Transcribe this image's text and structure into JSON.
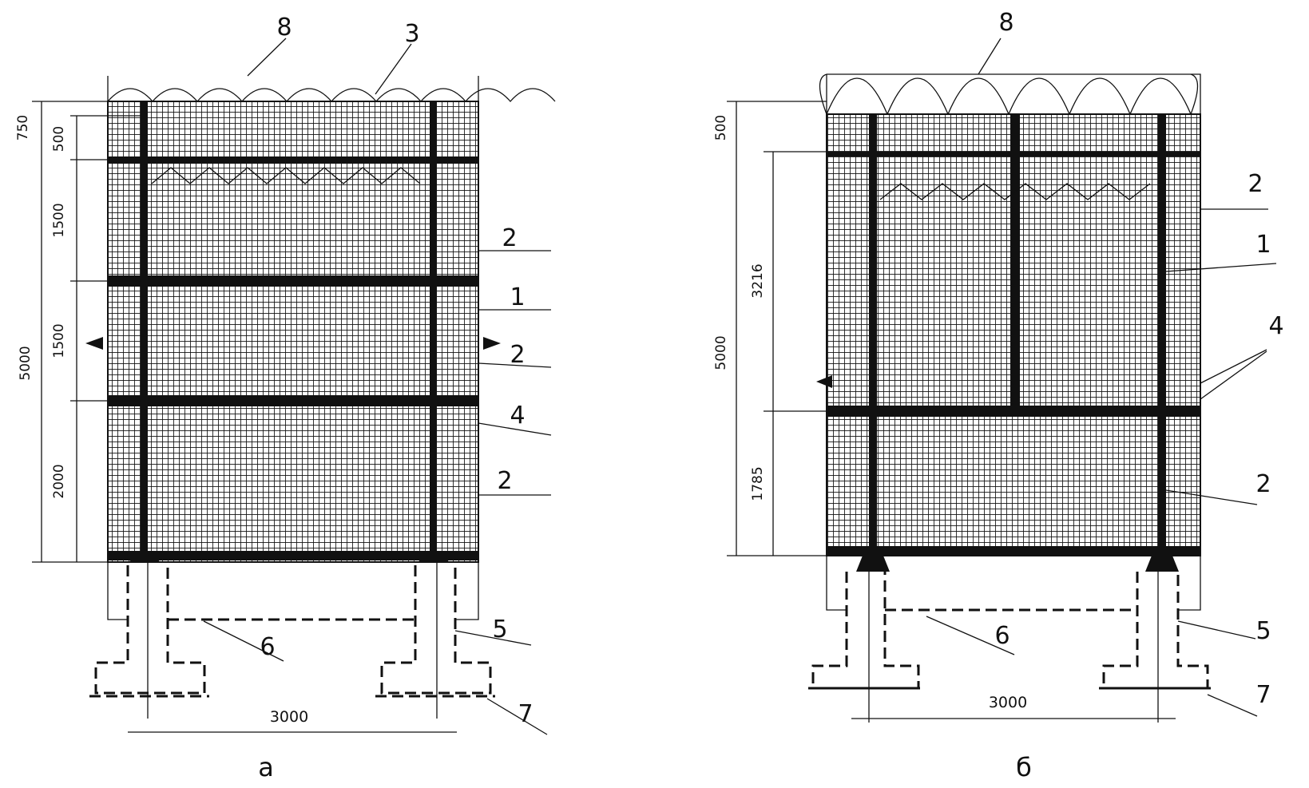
{
  "figure_a": {
    "caption": "а",
    "callouts": {
      "c8": "8",
      "c3": "3",
      "c2_top": "2",
      "c1": "1",
      "c2_mid": "2",
      "c4": "4",
      "c2_low": "2",
      "c5": "5",
      "c6": "6",
      "c7": "7"
    },
    "dimensions": {
      "total_height": "5000",
      "top_offset": "750",
      "seg_500": "500",
      "seg_1500_a": "1500",
      "seg_1500_b": "1500",
      "seg_2000": "2000",
      "span": "3000"
    }
  },
  "figure_b": {
    "caption": "б",
    "callouts": {
      "c8": "8",
      "c2_top": "2",
      "c1": "1",
      "c4": "4",
      "c2_low": "2",
      "c5": "5",
      "c6": "6",
      "c7": "7"
    },
    "dimensions": {
      "total_height": "5000",
      "seg_500": "500",
      "seg_3216": "3216",
      "seg_1785": "1785",
      "span": "3000"
    }
  },
  "colors": {
    "ink": "#111111",
    "paper": "#ffffff"
  }
}
